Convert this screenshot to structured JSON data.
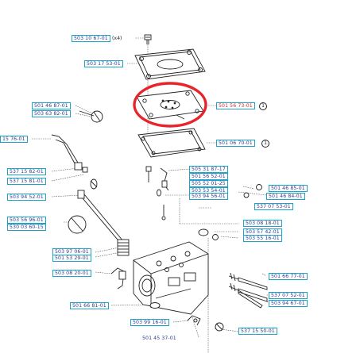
{
  "labels": {
    "p1": "503 10 67-01",
    "p1_note": "(x4)",
    "p2": "503 17 53-01",
    "p3": "501 46 87-01",
    "p4": "503 63 82-01",
    "p5": "501 56 73-01",
    "p6": "501 06 70-01",
    "p7": "15 76-01",
    "p8": "537 15 82-01",
    "p9": "537 15 81-01",
    "p10": "505 31 87-17",
    "p11": "501 56 52-01",
    "p12": "505 52 01-25",
    "p13": "503 53 54-01",
    "p14": "503 94 56-01",
    "p15": "501 46 85-01",
    "p16": "501 46 84-01",
    "p17": "537 07 53-01",
    "p18": "503 94 52-01",
    "p19": "503 56 96-01",
    "p20": "530 03 60-15",
    "p21": "503 08 18-01",
    "p22": "503 57 42-01",
    "p23": "503 55 16-01",
    "p24": "503 97 06-01",
    "p25": "501 53 29-01",
    "p26": "503 08 20-01",
    "p27": "501 66 77-01",
    "p28": "537 07 52-01",
    "p29": "503 94 67-01",
    "p30": "501 66 81-01",
    "p31": "503 99 16-01",
    "p32": "537 15 50-01",
    "p33": "501 45 37-01"
  },
  "refs": {
    "r1": "1",
    "r2": "1"
  },
  "colors": {
    "highlight_ring": "#e8242a",
    "label_border": "#1aa5c8",
    "label_text": "#2d3a8c",
    "highlight_text": "#d22a2a"
  }
}
